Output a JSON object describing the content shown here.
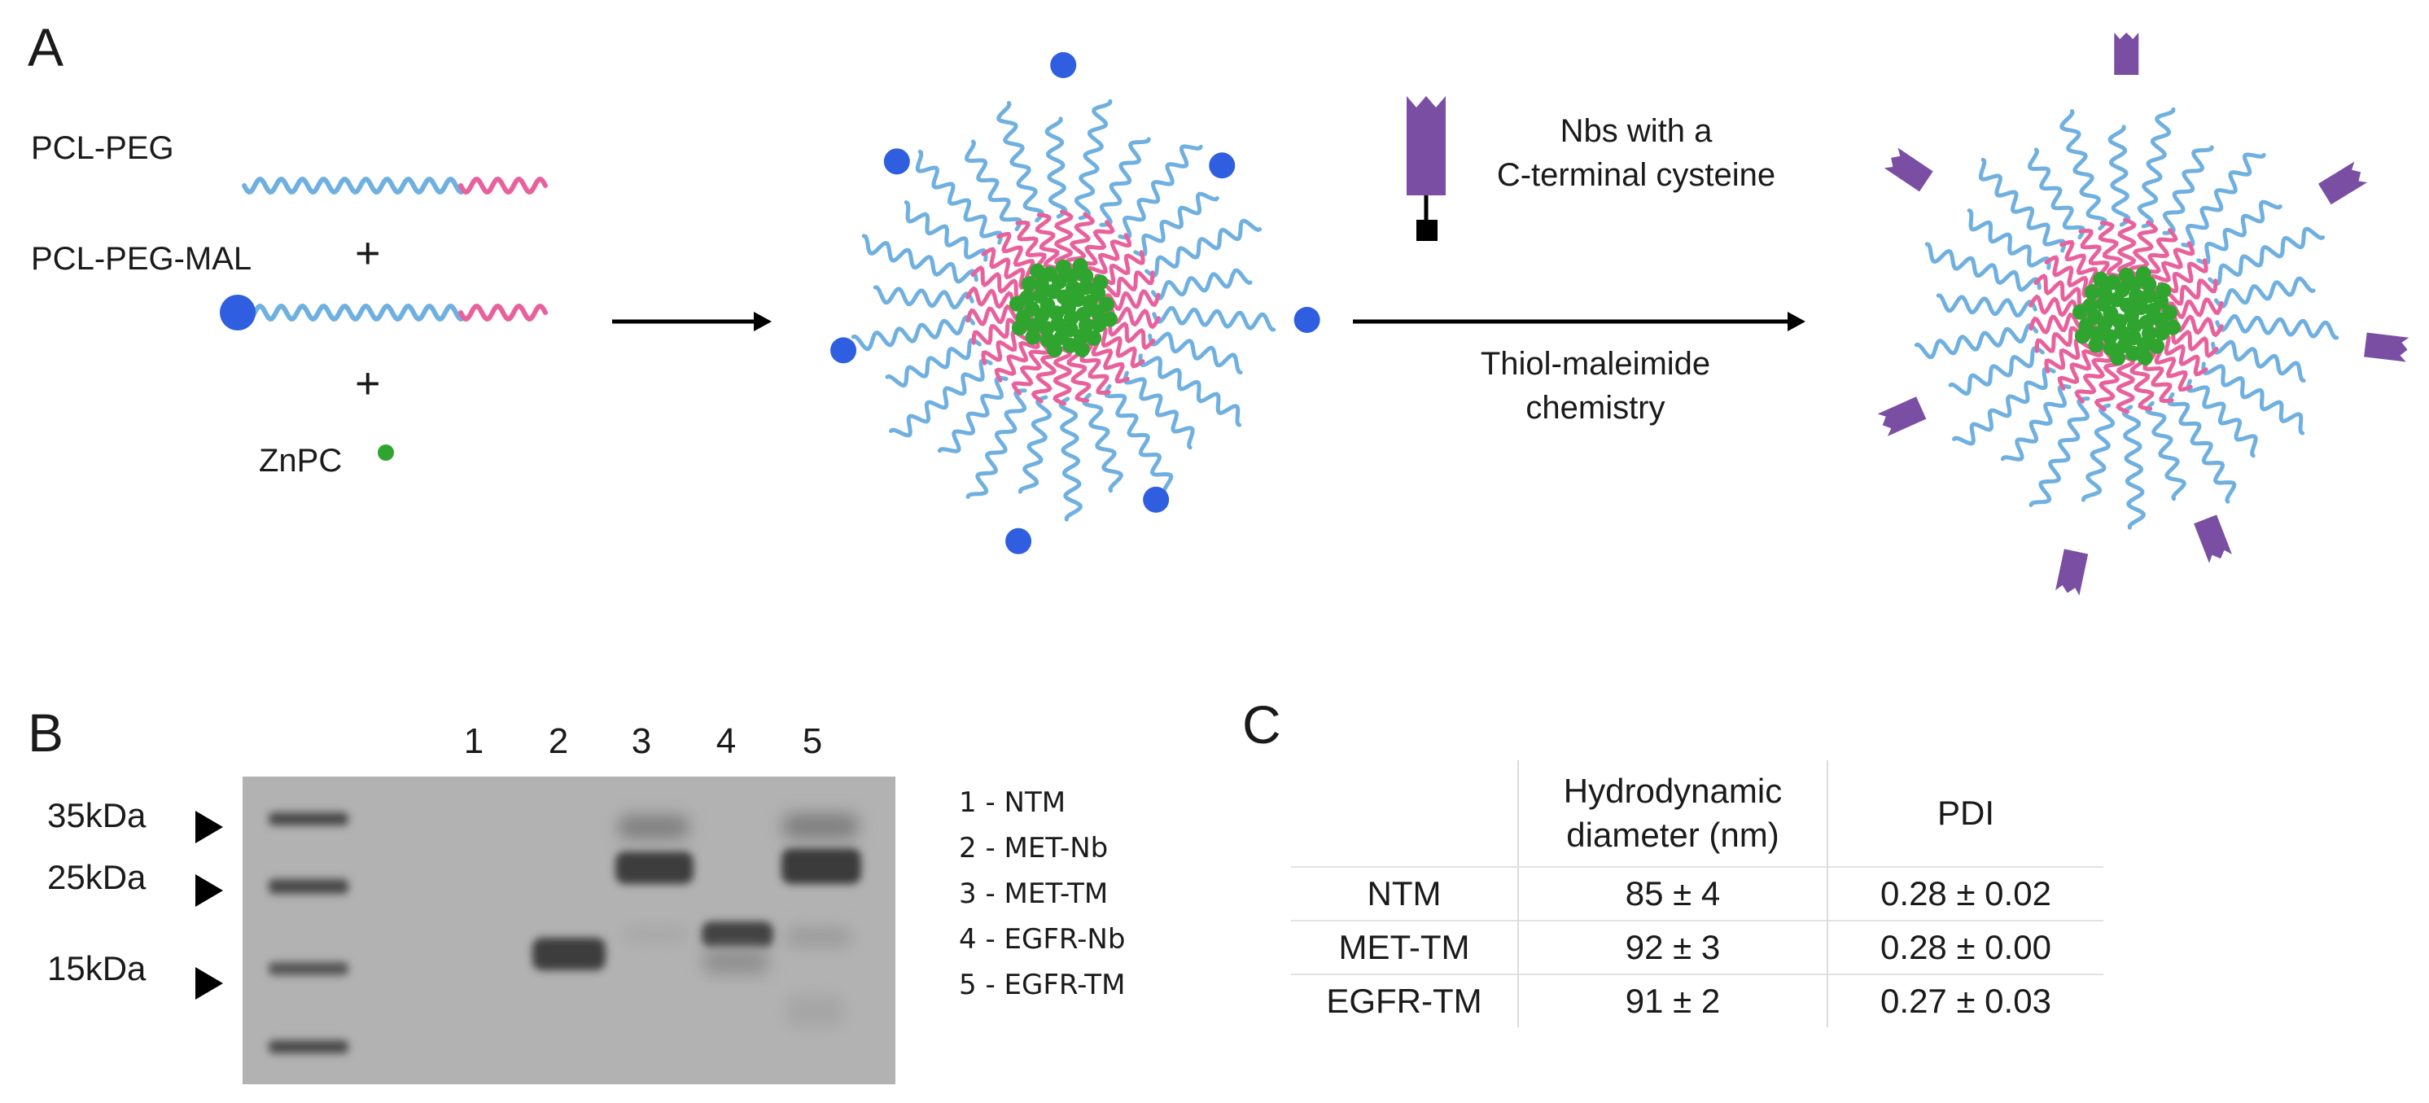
{
  "panels": {
    "a": "A",
    "b": "B",
    "c": "C"
  },
  "panelA": {
    "pcl_peg": "PCL-PEG",
    "pcl_peg_mal": "PCL-PEG-MAL",
    "plus": "+",
    "znpc": "ZnPC",
    "nbs_line1": "Nbs with a",
    "nbs_line2": "C-terminal cysteine",
    "chem_line1": "Thiol-maleimide",
    "chem_line2": "chemistry",
    "colors": {
      "peg": "#6fb0e0",
      "pcl": "#e8619c",
      "mal": "#2f5fe0",
      "znpc": "#2fa52f",
      "nb": "#7a4fa3"
    }
  },
  "panelB": {
    "lanes": [
      "1",
      "2",
      "3",
      "4",
      "5"
    ],
    "markers": [
      "35kDa",
      "25kDa",
      "15kDa"
    ],
    "legend": [
      "1 - NTM",
      "2 - MET-Nb",
      "3 - MET-TM",
      "4 - EGFR-Nb",
      "5 - EGFR-TM"
    ]
  },
  "panelC": {
    "headers": [
      "Hydrodynamic",
      "diameter (nm)",
      "PDI"
    ],
    "rows": [
      {
        "name": "NTM",
        "diameter": "85 ± 4",
        "pdi": "0.28 ± 0.02"
      },
      {
        "name": "MET-TM",
        "diameter": "92 ± 3",
        "pdi": "0.28 ± 0.00"
      },
      {
        "name": "EGFR-TM",
        "diameter": "91 ± 2",
        "pdi": "0.27 ± 0.03"
      }
    ]
  }
}
